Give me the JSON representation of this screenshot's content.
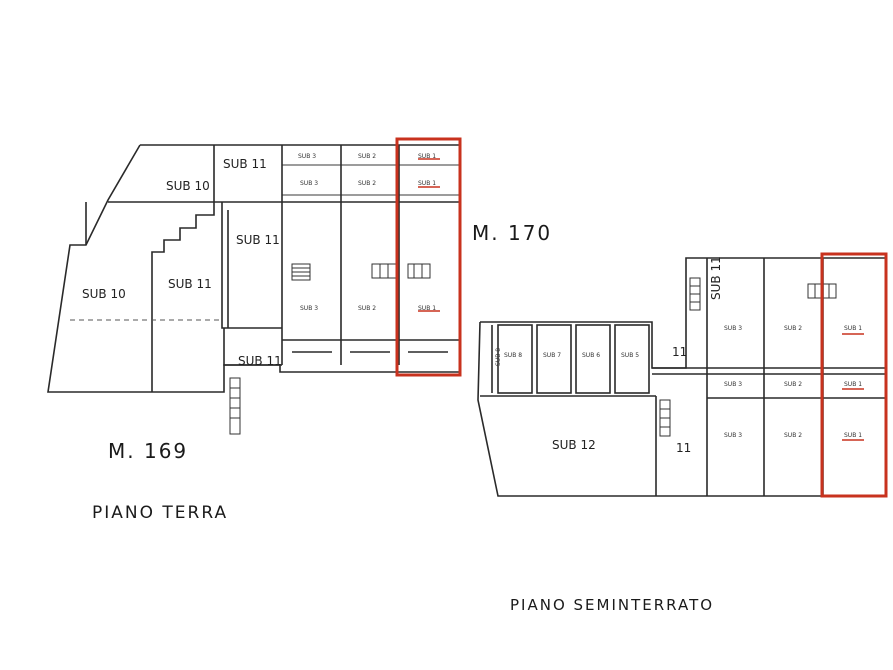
{
  "labels": {
    "m169": "M. 169",
    "m170": "M. 170",
    "piano_terra": "PIANO   TERRA",
    "piano_semi": "PIANO   SEMINTERRATO"
  },
  "ground_floor": {
    "sub10_top": "SUB 10",
    "sub11_top": "SUB 11",
    "sub3_top": "SUB 3",
    "sub2_top": "SUB 2",
    "sub1_top": "SUB 1",
    "sub3_mid": "SUB 3",
    "sub2_mid": "SUB 2",
    "sub1_mid": "SUB 1",
    "sub10_big": "SUB 10",
    "sub11_big": "SUB 11",
    "sub11_tall": "SUB 11",
    "sub3_big": "SUB 3",
    "sub2_big": "SUB 2",
    "sub1_big": "SUB 1",
    "sub11_small": "SUB 11"
  },
  "basement": {
    "sub8": "SUB 8",
    "sub7": "SUB 7",
    "sub6": "SUB 6",
    "sub5": "SUB 5",
    "n11_a": "11",
    "sub11_vert": "SUB 11",
    "sub3_top": "SUB 3",
    "sub2_top": "SUB 2",
    "sub1_top": "SUB 1",
    "sub3_mid": "SUB 3",
    "sub2_mid": "SUB 2",
    "sub1_mid": "SUB 1",
    "sub12": "SUB 12",
    "n11_b": "11",
    "sub3_bot": "SUB 3",
    "sub2_bot": "SUB 2",
    "sub1_bot": "SUB 1"
  },
  "colors": {
    "highlight": "#c8321e",
    "line": "#2a2a2a"
  }
}
